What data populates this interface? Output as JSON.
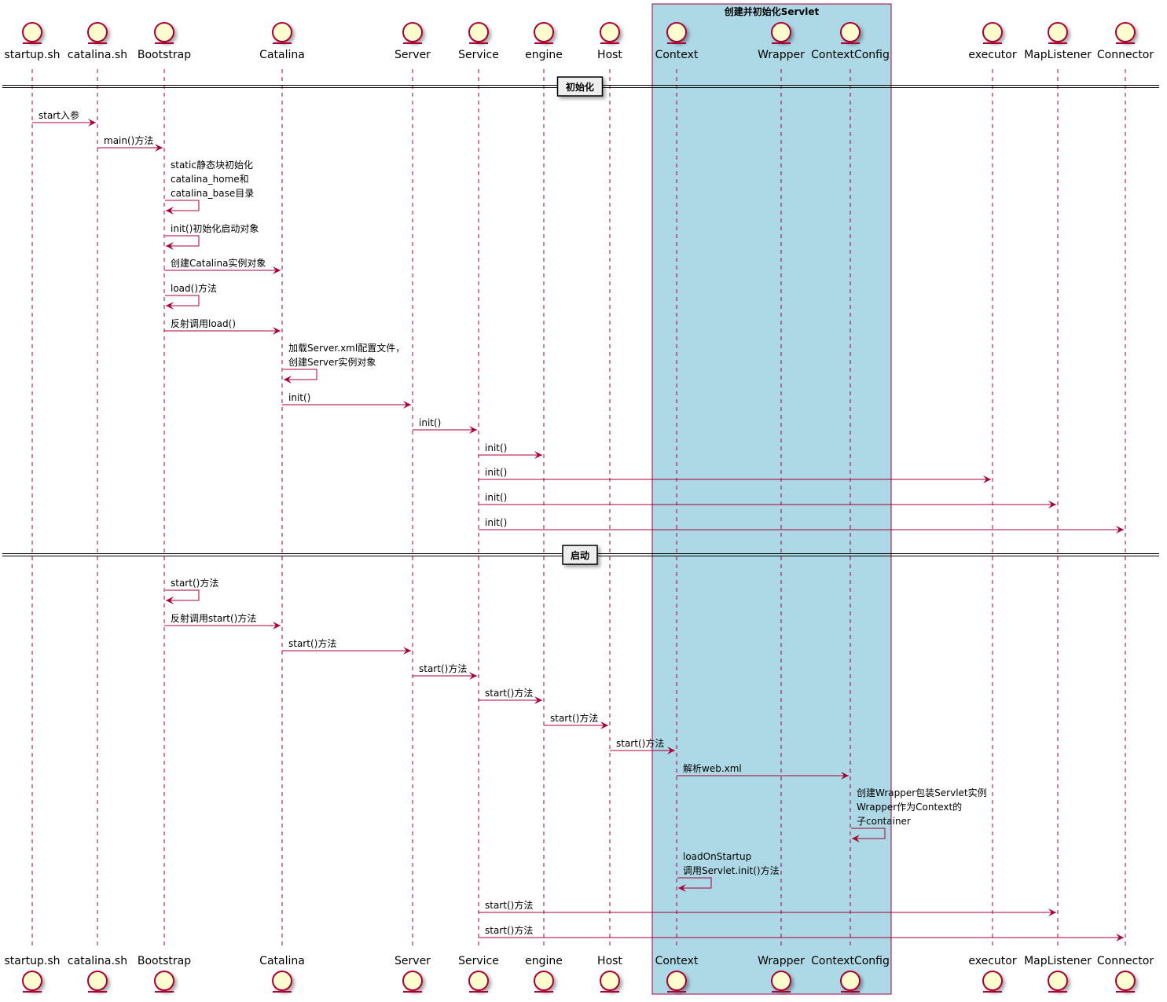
{
  "box": {
    "title": "创建并初始化Servlet"
  },
  "participants": [
    {
      "id": "startup",
      "name": "startup.sh"
    },
    {
      "id": "catalinash",
      "name": "catalina.sh"
    },
    {
      "id": "bootstrap",
      "name": "Bootstrap"
    },
    {
      "id": "catalina",
      "name": "Catalina"
    },
    {
      "id": "server",
      "name": "Server"
    },
    {
      "id": "service",
      "name": "Service"
    },
    {
      "id": "engine",
      "name": "engine"
    },
    {
      "id": "host",
      "name": "Host"
    },
    {
      "id": "context",
      "name": "Context"
    },
    {
      "id": "wrapper",
      "name": "Wrapper"
    },
    {
      "id": "ctxconfig",
      "name": "ContextConfig"
    },
    {
      "id": "executor",
      "name": "executor"
    },
    {
      "id": "maplistener",
      "name": "MapListener"
    },
    {
      "id": "connector",
      "name": "Connector"
    }
  ],
  "dividers": [
    {
      "label": "初始化"
    },
    {
      "label": "启动"
    }
  ],
  "messages": [
    {
      "from": "startup",
      "to": "catalinash",
      "label": [
        "start入参"
      ]
    },
    {
      "from": "catalinash",
      "to": "bootstrap",
      "label": [
        "main()方法"
      ]
    },
    {
      "from": "bootstrap",
      "to": "bootstrap",
      "label": [
        "static静态块初始化",
        "catalina_home和",
        "catalina_base目录"
      ]
    },
    {
      "from": "bootstrap",
      "to": "bootstrap",
      "label": [
        "init()初始化启动对象"
      ]
    },
    {
      "from": "bootstrap",
      "to": "catalina",
      "label": [
        "创建Catalina实例对象"
      ]
    },
    {
      "from": "bootstrap",
      "to": "bootstrap",
      "label": [
        "load()方法"
      ]
    },
    {
      "from": "bootstrap",
      "to": "catalina",
      "label": [
        "反射调用load()"
      ]
    },
    {
      "from": "catalina",
      "to": "catalina",
      "label": [
        "加载Server.xml配置文件，",
        "创建Server实例对象"
      ]
    },
    {
      "from": "catalina",
      "to": "server",
      "label": [
        "init()"
      ]
    },
    {
      "from": "server",
      "to": "service",
      "label": [
        "init()"
      ]
    },
    {
      "from": "service",
      "to": "engine",
      "label": [
        "init()"
      ]
    },
    {
      "from": "service",
      "to": "executor",
      "label": [
        "init()"
      ]
    },
    {
      "from": "service",
      "to": "maplistener",
      "label": [
        "init()"
      ]
    },
    {
      "from": "service",
      "to": "connector",
      "label": [
        "init()"
      ]
    },
    {
      "from": "bootstrap",
      "to": "bootstrap",
      "label": [
        "start()方法"
      ]
    },
    {
      "from": "bootstrap",
      "to": "catalina",
      "label": [
        "反射调用start()方法"
      ]
    },
    {
      "from": "catalina",
      "to": "server",
      "label": [
        "start()方法"
      ]
    },
    {
      "from": "server",
      "to": "service",
      "label": [
        "start()方法"
      ]
    },
    {
      "from": "service",
      "to": "engine",
      "label": [
        "start()方法"
      ]
    },
    {
      "from": "engine",
      "to": "host",
      "label": [
        "start()方法"
      ]
    },
    {
      "from": "host",
      "to": "context",
      "label": [
        "start()方法"
      ]
    },
    {
      "from": "context",
      "to": "ctxconfig",
      "label": [
        "解析web.xml"
      ]
    },
    {
      "from": "ctxconfig",
      "to": "ctxconfig",
      "label": [
        "创建Wrapper包装Servlet实例",
        "Wrapper作为Context的",
        "子container"
      ]
    },
    {
      "from": "context",
      "to": "context",
      "label": [
        "loadOnStartup",
        "调用Servlet.init()方法"
      ]
    },
    {
      "from": "service",
      "to": "maplistener",
      "label": [
        "start()方法"
      ]
    },
    {
      "from": "service",
      "to": "connector",
      "label": [
        "start()方法"
      ]
    }
  ],
  "colors": {
    "line": "#A80036",
    "entity_fill": "#FEFECE",
    "box_fill": "#ADD8E6",
    "text": "#000000",
    "divider_fill": "#EEEEEE"
  },
  "icons": {
    "participant": "entity-icon"
  }
}
